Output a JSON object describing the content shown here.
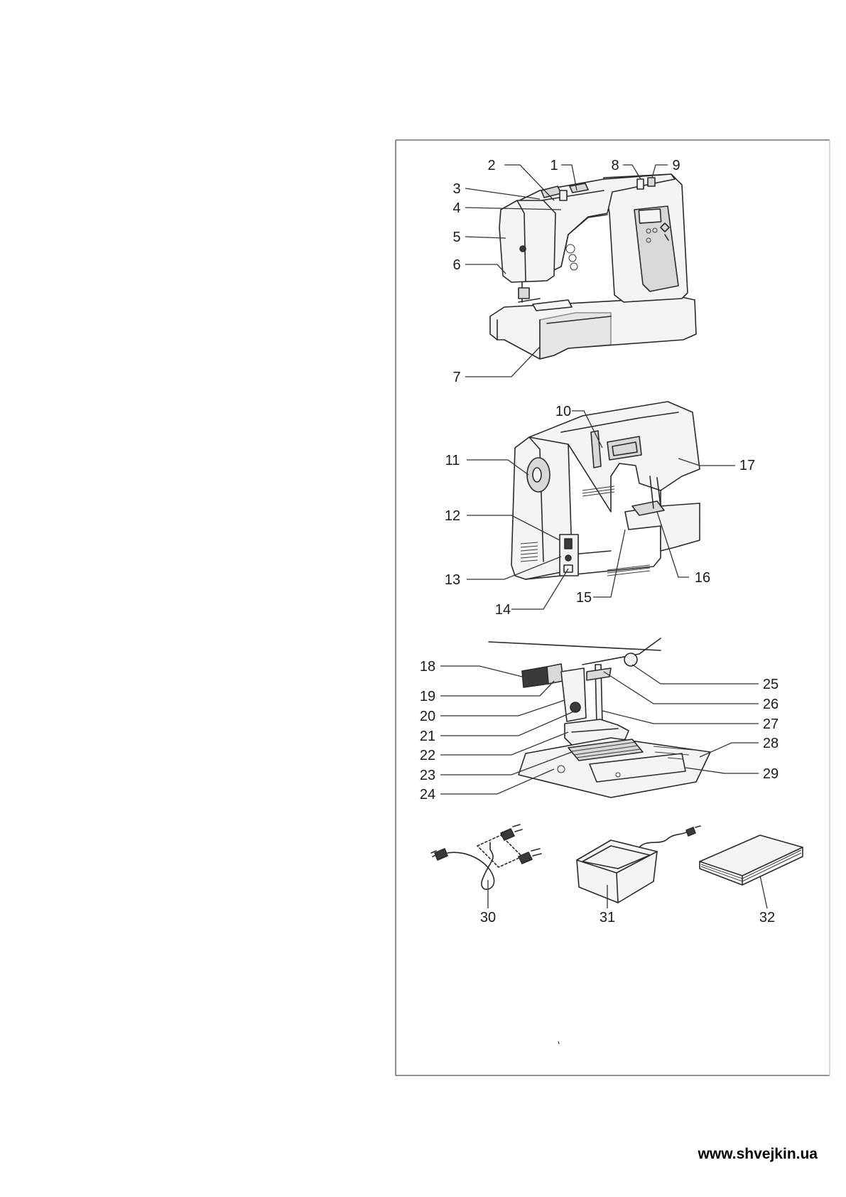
{
  "callouts": {
    "c1": "1",
    "c2": "2",
    "c3": "3",
    "c4": "4",
    "c5": "5",
    "c6": "6",
    "c7": "7",
    "c8": "8",
    "c9": "9",
    "c10": "10",
    "c11": "11",
    "c12": "12",
    "c13": "13",
    "c14": "14",
    "c15": "15",
    "c16": "16",
    "c17": "17",
    "c18": "18",
    "c19": "19",
    "c20": "20",
    "c21": "21",
    "c22": "22",
    "c23": "23",
    "c24": "24",
    "c25": "25",
    "c26": "26",
    "c27": "27",
    "c28": "28",
    "c29": "29",
    "c30": "30",
    "c31": "31",
    "c32": "32"
  },
  "footer": {
    "url": "www.shvejkin.ua"
  },
  "colors": {
    "ink": "#2a2a2a",
    "frame": "#555555",
    "background": "#ffffff"
  }
}
